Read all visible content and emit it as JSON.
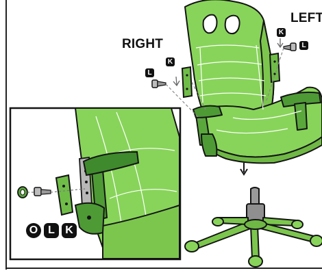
{
  "labels": {
    "right": "RIGHT",
    "left": "LEFT"
  },
  "badges": {
    "right_k": "K",
    "right_l": "L",
    "left_k": "K",
    "left_l": "L",
    "inset_o": "O",
    "inset_l": "L",
    "inset_k": "K"
  },
  "colors": {
    "chair_green": "#88d45a",
    "chair_dark": "#4e9a35",
    "outline": "#141414",
    "badge_bg": "#111111"
  }
}
